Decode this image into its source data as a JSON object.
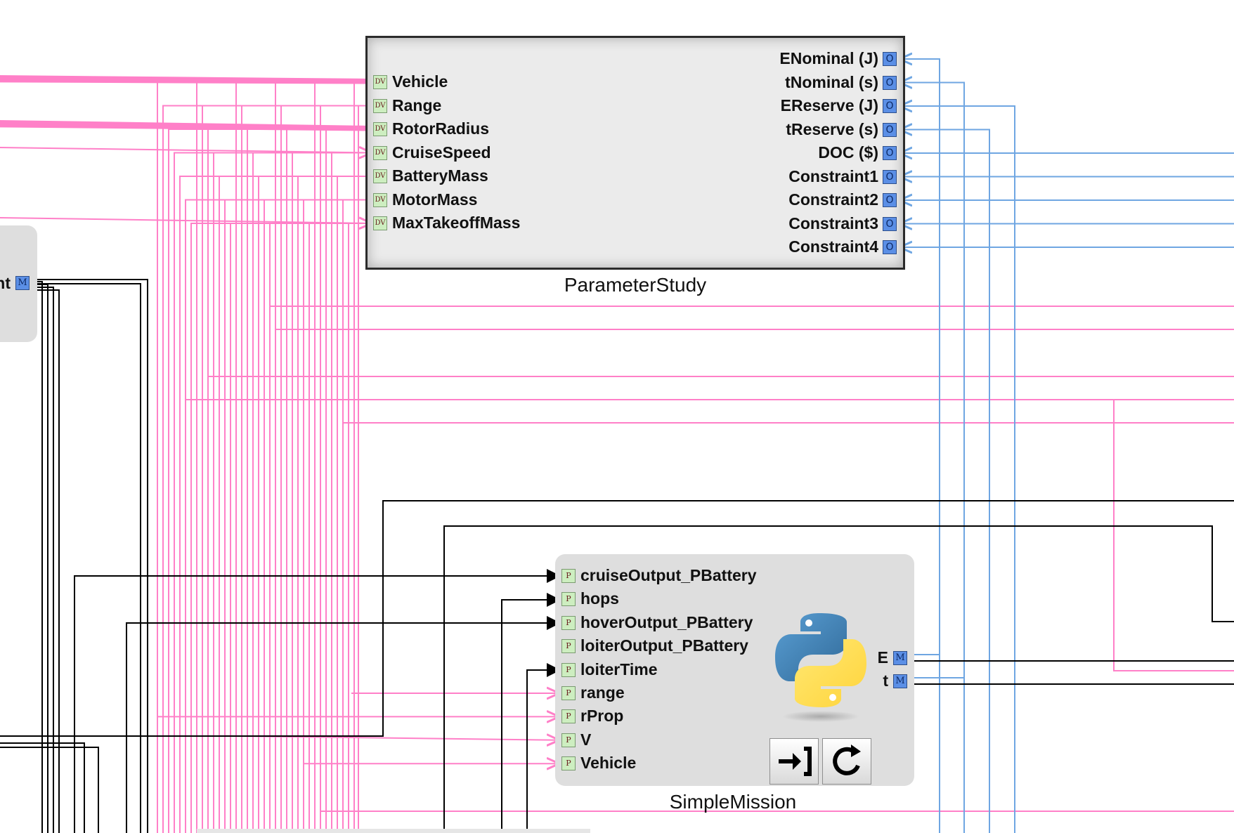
{
  "parameter_study": {
    "caption": "ParameterStudy",
    "inputs": [
      {
        "icon": "DV",
        "label": "Vehicle"
      },
      {
        "icon": "DV",
        "label": "Range"
      },
      {
        "icon": "DV",
        "label": "RotorRadius"
      },
      {
        "icon": "DV",
        "label": "CruiseSpeed"
      },
      {
        "icon": "DV",
        "label": "BatteryMass"
      },
      {
        "icon": "DV",
        "label": "MotorMass"
      },
      {
        "icon": "DV",
        "label": "MaxTakeoffMass"
      }
    ],
    "outputs": [
      {
        "icon": "O",
        "label": "ENominal (J)"
      },
      {
        "icon": "O",
        "label": "tNominal (s)"
      },
      {
        "icon": "O",
        "label": "EReserve (J)"
      },
      {
        "icon": "O",
        "label": "tReserve (s)"
      },
      {
        "icon": "O",
        "label": "DOC ($)"
      },
      {
        "icon": "O",
        "label": "Constraint1"
      },
      {
        "icon": "O",
        "label": "Constraint2"
      },
      {
        "icon": "O",
        "label": "Constraint3"
      },
      {
        "icon": "O",
        "label": "Constraint4"
      }
    ]
  },
  "simple_mission": {
    "caption": "SimpleMission",
    "inputs": [
      {
        "icon": "P",
        "label": "cruiseOutput_PBattery"
      },
      {
        "icon": "P",
        "label": "hops"
      },
      {
        "icon": "P",
        "label": "hoverOutput_PBattery"
      },
      {
        "icon": "P",
        "label": "loiterOutput_PBattery"
      },
      {
        "icon": "P",
        "label": "loiterTime"
      },
      {
        "icon": "P",
        "label": "range"
      },
      {
        "icon": "P",
        "label": "rProp"
      },
      {
        "icon": "P",
        "label": "V"
      },
      {
        "icon": "P",
        "label": "Vehicle"
      }
    ],
    "outputs": [
      {
        "icon": "M",
        "label": "E"
      },
      {
        "icon": "M",
        "label": "t"
      }
    ],
    "buttons": {
      "run": "run-icon",
      "refresh": "refresh-icon"
    },
    "logo": "python-logo"
  },
  "left_block": {
    "port_label": "nt",
    "port_icon": "M"
  },
  "colors": {
    "design_variable_wire": "#ff80c8",
    "objective_wire": "#6fa6e2",
    "model_wire": "#000000",
    "block_background": "#dedede"
  }
}
